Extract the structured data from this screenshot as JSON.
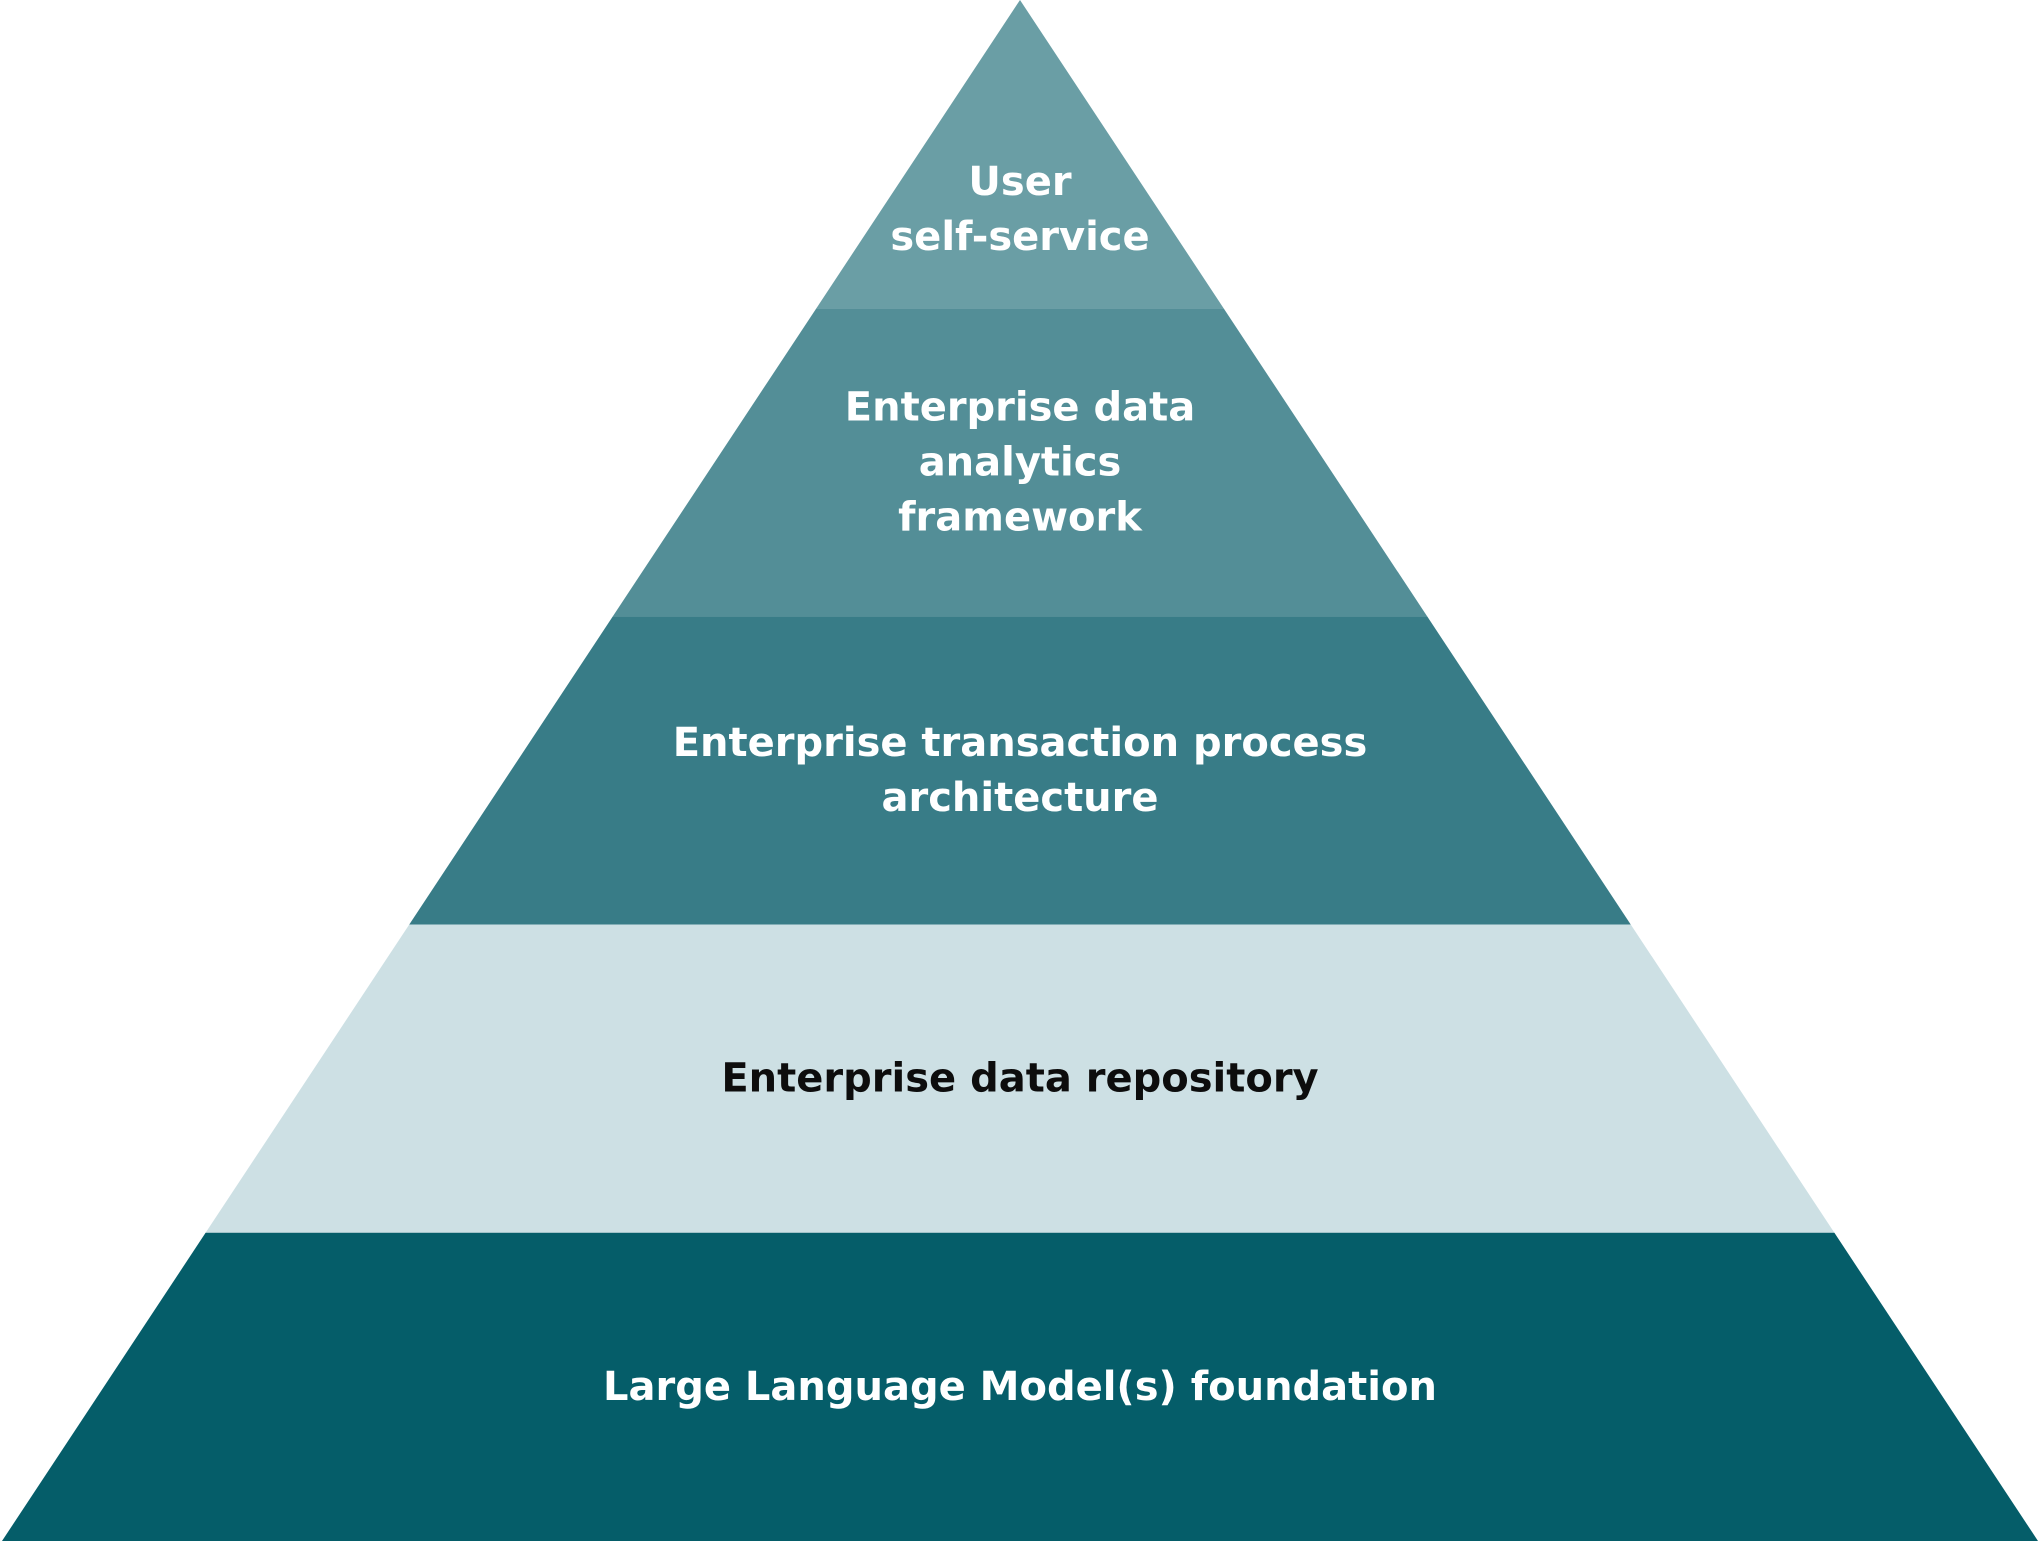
{
  "pyramid": {
    "tiers": [
      {
        "lines": [
          "User",
          "self-service"
        ],
        "fill": "#6a9ea5",
        "text_color": "#ffffff"
      },
      {
        "lines": [
          "Enterprise data",
          "analytics",
          "framework"
        ],
        "fill": "#538e97",
        "text_color": "#ffffff"
      },
      {
        "lines": [
          "Enterprise transaction process",
          "architecture"
        ],
        "fill": "#387c87",
        "text_color": "#ffffff"
      },
      {
        "lines": [
          "Enterprise data repository"
        ],
        "fill": "#cde0e4",
        "text_color": "#0d0d0d"
      },
      {
        "lines": [
          "Large Language Model(s) foundation"
        ],
        "fill": "#055d69",
        "text_color": "#ffffff"
      }
    ]
  }
}
